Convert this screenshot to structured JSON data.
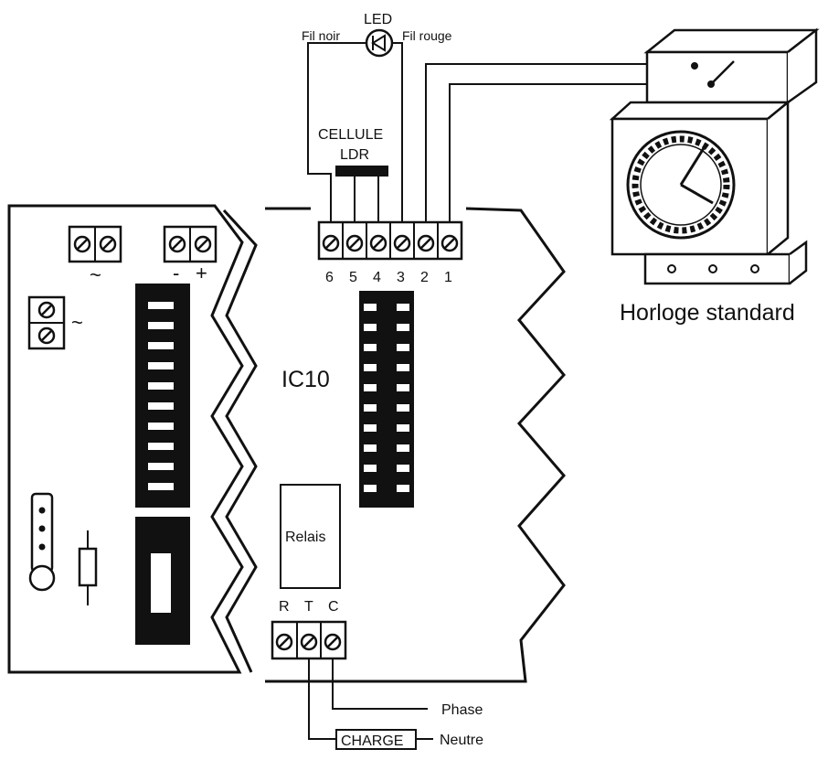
{
  "labels": {
    "led": "LED",
    "fil_noir": "Fil noir",
    "fil_rouge": "Fil rouge",
    "cellule": "CELLULE",
    "ldr": "LDR",
    "module": "IC10",
    "relais": "Relais",
    "horloge": "Horloge standard",
    "phase": "Phase",
    "neutre": "Neutre",
    "charge": "CHARGE"
  },
  "left_terminal_symbols": {
    "ac_top": "~",
    "minus": "-",
    "plus": "+",
    "ac_side": "~"
  },
  "terminal_block_top": [
    "6",
    "5",
    "4",
    "3",
    "2",
    "1"
  ],
  "terminal_block_relay": [
    "R",
    "T",
    "C"
  ]
}
